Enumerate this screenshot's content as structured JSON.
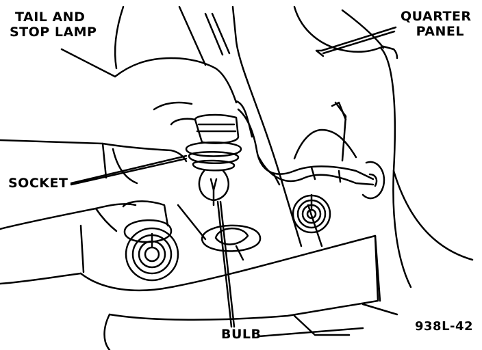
{
  "labels": {
    "tail_and_stop_lamp": [
      "TAIL AND",
      "STOP LAMP"
    ],
    "quarter_panel": [
      "QUARTER",
      "PANEL"
    ],
    "socket": "SOCKET",
    "bulb": "BULB",
    "figure_id": "938L-42"
  }
}
